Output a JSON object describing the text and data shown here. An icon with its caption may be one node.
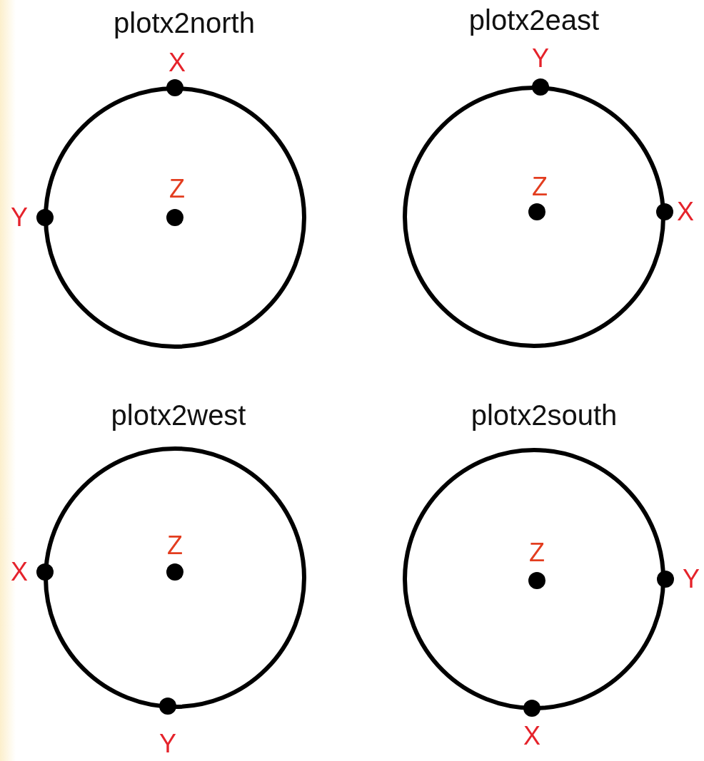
{
  "diagram": {
    "nodes": [
      {
        "text": [
          "plotx2north"
        ]
      },
      {
        "text": [
          "X"
        ],
        "in": 0
      },
      {
        "text": [
          "Z"
        ],
        "in": 0
      },
      {
        "text": [
          "Y"
        ],
        "in": 0
      },
      {
        "text": [
          "plotx2east"
        ]
      },
      {
        "text": [
          "Y"
        ],
        "in": 4
      },
      {
        "text": [
          "Z"
        ],
        "in": 4
      },
      {
        "text": [
          "X"
        ],
        "in": 4
      },
      {
        "text": [
          "plotx2west"
        ]
      },
      {
        "text": [
          "Z"
        ],
        "in": 8
      },
      {
        "text": [
          "X"
        ],
        "in": 8
      },
      {
        "text": [
          "Y"
        ],
        "in": 8
      },
      {
        "text": [
          "plotx2south"
        ]
      },
      {
        "text": [
          "Z"
        ],
        "in": 12
      },
      {
        "text": [
          "Y"
        ],
        "in": 12
      },
      {
        "text": [
          "X"
        ],
        "in": 12
      }
    ]
  }
}
